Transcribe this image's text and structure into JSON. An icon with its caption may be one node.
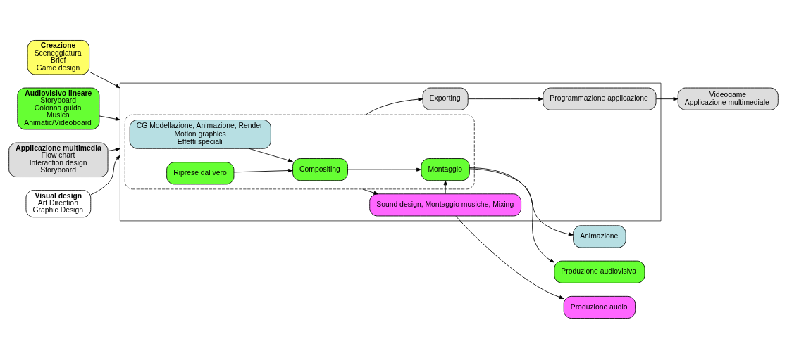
{
  "diagram": {
    "nodes": [
      {
        "text": [
          "Creazione",
          "Sceneggiatura",
          "Brief",
          "Game design"
        ]
      },
      {
        "text": [
          "Audiovisivo lineare",
          "Storyboard",
          "Colonna guida",
          "Musica",
          "Animatic/Videoboard"
        ]
      },
      {
        "text": [
          "Applicazione multimedia",
          "Flow chart",
          "Interaction design",
          "Storyboard"
        ]
      },
      {
        "text": [
          "Visual design",
          "Art Direction",
          "Graphic Design"
        ]
      },
      {
        "text": [],
        "shape": "box"
      },
      {
        "text": [
          "Exporting"
        ],
        "in": 4
      },
      {
        "text": [
          "Programmazione applicazione"
        ],
        "in": 4
      },
      {
        "text": [
          "Videogame",
          "Applicazione multimediale"
        ]
      },
      {
        "text": [],
        "shape": "box",
        "in": 4
      },
      {
        "text": [
          "CG Modellazione, Animazione, Render",
          "Motion graphics",
          "Effetti speciali"
        ],
        "in": 8
      },
      {
        "text": [
          "Riprese dal vero"
        ],
        "in": 8
      },
      {
        "text": [
          "Compositing"
        ],
        "in": 8
      },
      {
        "text": [
          "Montaggio"
        ],
        "in": 8
      },
      {
        "text": [
          "Animazione"
        ]
      },
      {
        "text": [
          "Produzione audiovisiva"
        ]
      },
      {
        "text": [
          "Sound design, Montaggio musiche, Mixing"
        ],
        "in": 4
      },
      {
        "text": [
          "Produzione audio"
        ]
      }
    ],
    "edges": [
      {
        "from": 0,
        "to": 4,
        "arrow": "to"
      },
      {
        "from": 1,
        "to": 4,
        "arrow": "to"
      },
      {
        "from": 2,
        "to": 4,
        "arrow": "to"
      },
      {
        "from": 3,
        "to": 4,
        "arrow": "to"
      },
      {
        "from": 8,
        "to": 5,
        "arrow": "to"
      },
      {
        "from": 5,
        "to": 6,
        "arrow": "to"
      },
      {
        "from": 6,
        "to": 7,
        "arrow": "to"
      },
      {
        "from": 9,
        "to": 11,
        "arrow": "to"
      },
      {
        "from": 10,
        "to": 11,
        "arrow": "to"
      },
      {
        "from": 11,
        "to": 12,
        "arrow": "to"
      },
      {
        "from": 12,
        "to": 13,
        "arrow": "to"
      },
      {
        "from": 12,
        "to": 14,
        "arrow": "to"
      },
      {
        "from": 8,
        "to": 15,
        "arrow": "to"
      },
      {
        "from": 15,
        "to": 12,
        "arrow": "to"
      },
      {
        "from": 15,
        "to": 16,
        "arrow": "to"
      }
    ]
  }
}
